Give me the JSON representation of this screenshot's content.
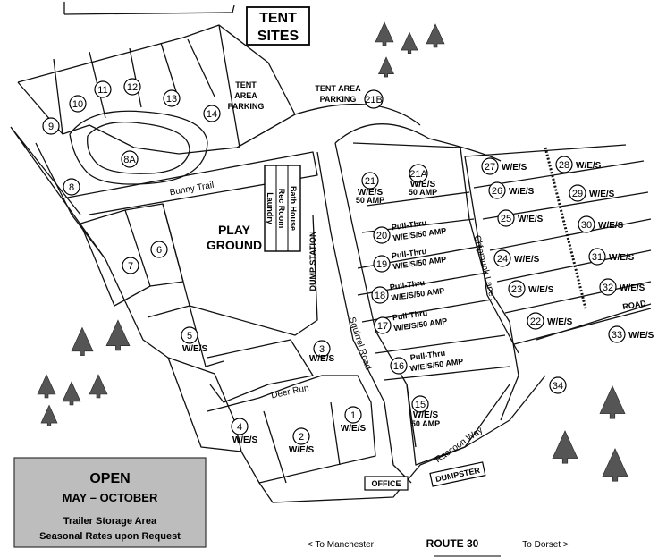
{
  "title_box": {
    "line1": "TENT",
    "line2": "SITES"
  },
  "labels": {
    "tent_area_parking_1": [
      "TENT",
      "AREA",
      "PARKING"
    ],
    "tent_area_parking_2": [
      "TENT AREA",
      "PARKING"
    ],
    "play_ground": [
      "PLAY",
      "GROUND"
    ],
    "bath_house": "Bath House",
    "rec_room": "Rec Room",
    "laundry": "Laundry",
    "dump_station": "DUMP STATION",
    "bunny_trail": "Bunny Trail",
    "deer_run": "Deer Run",
    "squirrel_road": "Squirrel Road",
    "chipmunk_lane": "Chipmunk Lane",
    "raccoon_way": "Raccoon Way",
    "road": "ROAD",
    "office": "OFFICE",
    "dumpster": "DUMPSTER",
    "route": {
      "left": "< To Manchester",
      "center": "ROUTE 30",
      "right": "To Dorset >"
    }
  },
  "open_box": {
    "title": "OPEN",
    "months": "MAY – OCTOBER",
    "line1": "Trailer Storage Area",
    "line2": "Seasonal Rates upon Request",
    "bg_color": "#bdbdbd"
  },
  "sites": [
    {
      "id": "9"
    },
    {
      "id": "10"
    },
    {
      "id": "11"
    },
    {
      "id": "12"
    },
    {
      "id": "13"
    },
    {
      "id": "14"
    },
    {
      "id": "8A"
    },
    {
      "id": "8"
    },
    {
      "id": "7"
    },
    {
      "id": "6"
    },
    {
      "id": "5",
      "svc": "W/E/S"
    },
    {
      "id": "4",
      "svc": "W/E/S"
    },
    {
      "id": "3",
      "svc": "W/E/S"
    },
    {
      "id": "2",
      "svc": "W/E/S"
    },
    {
      "id": "1",
      "svc": "W/E/S"
    },
    {
      "id": "21B"
    },
    {
      "id": "21",
      "svc": "W/E/S",
      "svc2": "50 AMP"
    },
    {
      "id": "21A",
      "svc": "W/E/S",
      "svc2": "50 AMP"
    },
    {
      "id": "20",
      "svc": "Pull-Thru",
      "svc2": "W/E/S/50 AMP"
    },
    {
      "id": "19",
      "svc": "Pull-Thru",
      "svc2": "W/E/S/50 AMP"
    },
    {
      "id": "18",
      "svc": "Pull-Thru",
      "svc2": "W/E/S/50 AMP"
    },
    {
      "id": "17",
      "svc": "Pull-Thru",
      "svc2": "W/E/S/50 AMP"
    },
    {
      "id": "16",
      "svc": "Pull-Thru",
      "svc2": "W/E/S/50 AMP"
    },
    {
      "id": "15",
      "svc": "W/E/S",
      "svc2": "50 AMP"
    },
    {
      "id": "27",
      "svc": "W/E/S"
    },
    {
      "id": "26",
      "svc": "W/E/S"
    },
    {
      "id": "25",
      "svc": "W/E/S"
    },
    {
      "id": "24",
      "svc": "W/E/S"
    },
    {
      "id": "23",
      "svc": "W/E/S"
    },
    {
      "id": "22",
      "svc": "W/E/S"
    },
    {
      "id": "28",
      "svc": "W/E/S"
    },
    {
      "id": "29",
      "svc": "W/E/S"
    },
    {
      "id": "30",
      "svc": "W/E/S"
    },
    {
      "id": "31",
      "svc": "W/E/S"
    },
    {
      "id": "32",
      "svc": "W/E/S"
    },
    {
      "id": "33",
      "svc": "W/E/S"
    },
    {
      "id": "34"
    }
  ]
}
